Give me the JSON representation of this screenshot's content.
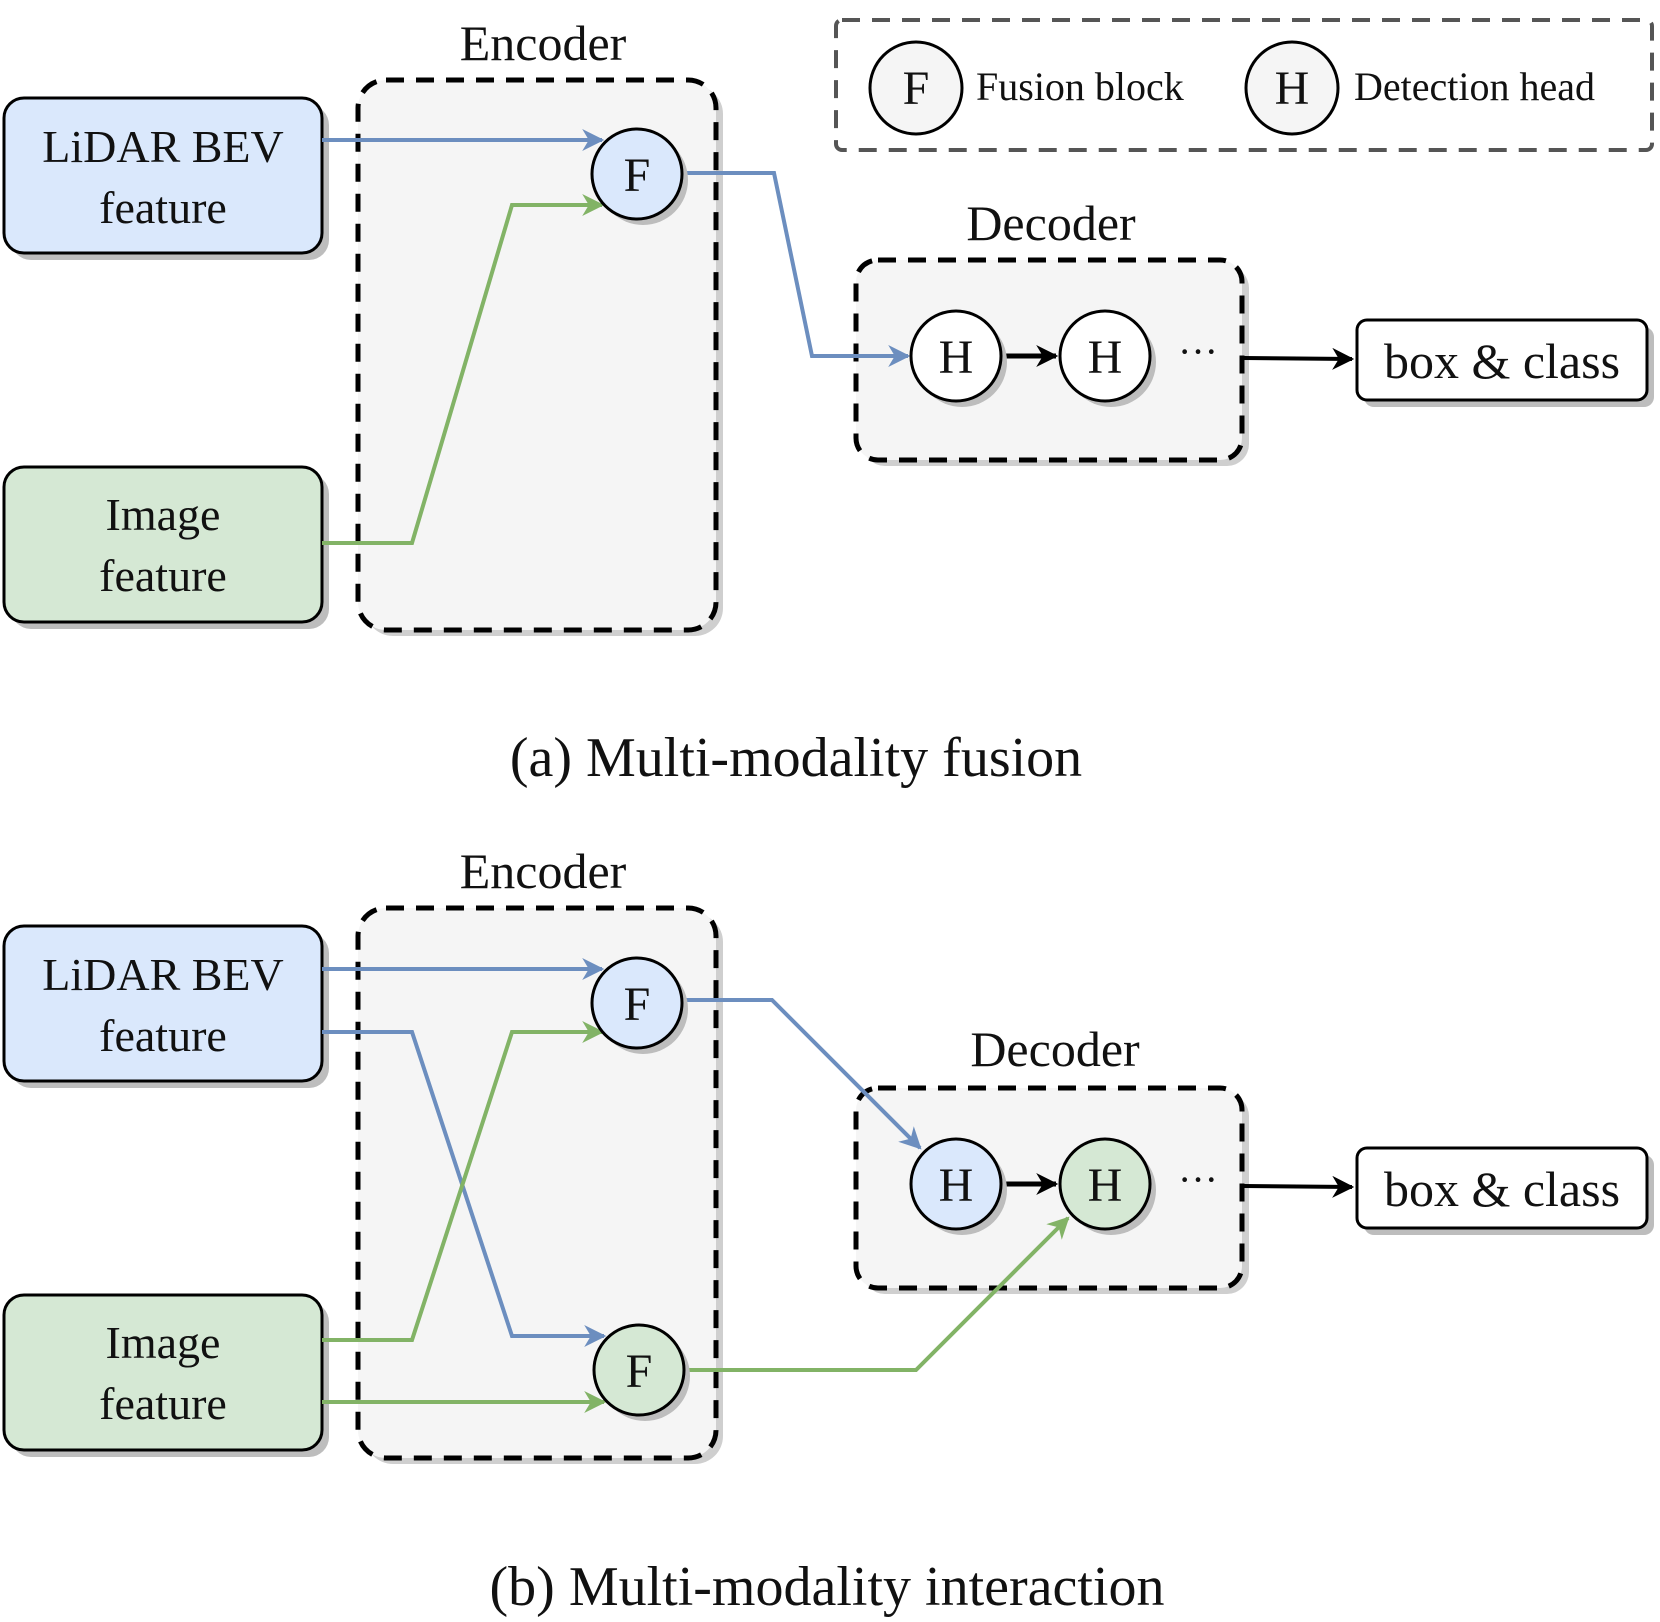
{
  "legend": {
    "fusion_symbol": "F",
    "fusion_label": "Fusion block",
    "head_symbol": "H",
    "head_label": "Detection head"
  },
  "panel_a": {
    "encoder_title": "Encoder",
    "decoder_title": "Decoder",
    "lidar_line1": "LiDAR BEV",
    "lidar_line2": "feature",
    "image_line1": "Image",
    "image_line2": "feature",
    "fusion_symbol": "F",
    "head1_symbol": "H",
    "head2_symbol": "H",
    "ellipsis": "···",
    "output_label": "box & class",
    "caption": "(a) Multi-modality fusion"
  },
  "panel_b": {
    "encoder_title": "Encoder",
    "decoder_title": "Decoder",
    "lidar_line1": "LiDAR BEV",
    "lidar_line2": "feature",
    "image_line1": "Image",
    "image_line2": "feature",
    "fusion_top_symbol": "F",
    "fusion_bottom_symbol": "F",
    "head1_symbol": "H",
    "head2_symbol": "H",
    "ellipsis": "···",
    "output_label": "box & class",
    "caption": "(b) Multi-modality interaction"
  },
  "colors": {
    "lidar_fill": "#dae8fc",
    "image_fill": "#d5e8d4",
    "lidar_line": "#6c8ebf",
    "image_line": "#82b366",
    "container_fill": "#f5f5f5",
    "neutral_circle_fill": "#f5f5f5"
  }
}
